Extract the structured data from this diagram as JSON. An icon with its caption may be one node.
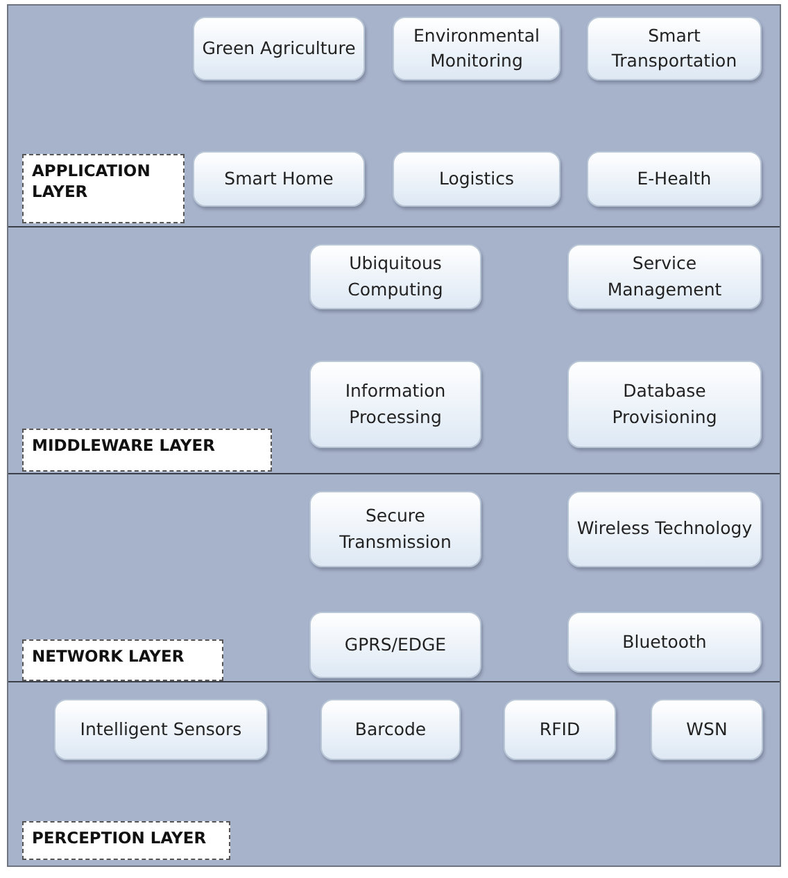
{
  "diagram": {
    "nodes": [
      {
        "text": [
          "APPLICATION LAYER"
        ]
      },
      {
        "text": [
          "Green Agriculture"
        ],
        "in": 0
      },
      {
        "text": [
          "Environmental Monitoring"
        ],
        "in": 0
      },
      {
        "text": [
          "Smart Transportation"
        ],
        "in": 0
      },
      {
        "text": [
          "Smart Home"
        ],
        "in": 0
      },
      {
        "text": [
          "Logistics"
        ],
        "in": 0
      },
      {
        "text": [
          "E-Health"
        ],
        "in": 0
      },
      {
        "text": [
          "MIDDLEWARE LAYER"
        ]
      },
      {
        "text": [
          "Ubiquitous Computing"
        ],
        "in": 7
      },
      {
        "text": [
          "Service Management"
        ],
        "in": 7
      },
      {
        "text": [
          "Information Processing"
        ],
        "in": 7
      },
      {
        "text": [
          "Database Provisioning"
        ],
        "in": 7
      },
      {
        "text": [
          "NETWORK LAYER"
        ]
      },
      {
        "text": [
          "Secure Transmission"
        ],
        "in": 12
      },
      {
        "text": [
          "Wireless Technology"
        ],
        "in": 12
      },
      {
        "text": [
          "GPRS/EDGE"
        ],
        "in": 12
      },
      {
        "text": [
          "Bluetooth"
        ],
        "in": 12
      },
      {
        "text": [
          "PERCEPTION LAYER"
        ]
      },
      {
        "text": [
          "Intelligent Sensors"
        ],
        "in": 17
      },
      {
        "text": [
          "Barcode"
        ],
        "in": 17
      },
      {
        "text": [
          "RFID"
        ],
        "in": 17
      },
      {
        "text": [
          "WSN"
        ],
        "in": 17
      }
    ]
  }
}
